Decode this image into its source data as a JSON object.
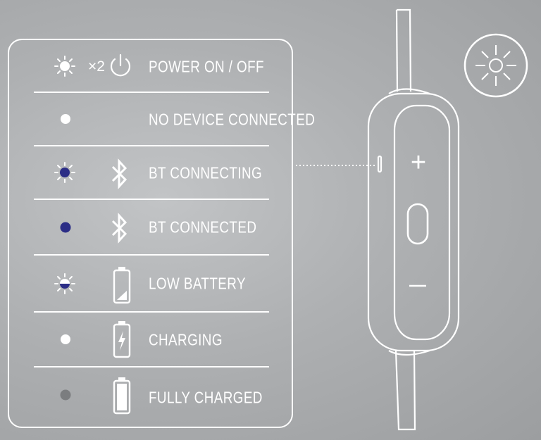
{
  "legend": {
    "rows": [
      {
        "id": "power",
        "label": "POWER ON / OFF",
        "led": "white-flash",
        "flash_count": "×2",
        "icon": "power-icon"
      },
      {
        "id": "no-device",
        "label": "NO DEVICE CONNECTED",
        "led": "white-solid",
        "icon": ""
      },
      {
        "id": "bt-connecting",
        "label": "BT CONNECTING",
        "led": "blue-flash",
        "icon": "bluetooth-icon"
      },
      {
        "id": "bt-connected",
        "label": "BT CONNECTED",
        "led": "blue-solid",
        "icon": "bluetooth-icon"
      },
      {
        "id": "low-battery",
        "label": "LOW BATTERY",
        "led": "half-flash",
        "icon": "battery-low-icon"
      },
      {
        "id": "charging",
        "label": "CHARGING",
        "led": "white-solid",
        "icon": "battery-charging-icon"
      },
      {
        "id": "fully-charged",
        "label": "FULLY CHARGED",
        "led": "grey-solid",
        "icon": "battery-full-icon"
      }
    ]
  },
  "remote": {
    "plus_label": "+",
    "minus_label": "−",
    "buttons": [
      "volume-up",
      "multifunction",
      "volume-down"
    ]
  },
  "colors": {
    "line": "#ffffff",
    "led_blue": "#2b2d86",
    "led_white": "#ffffff",
    "led_grey": "#7b7d7f"
  },
  "indicator_icon": "led-light-icon"
}
